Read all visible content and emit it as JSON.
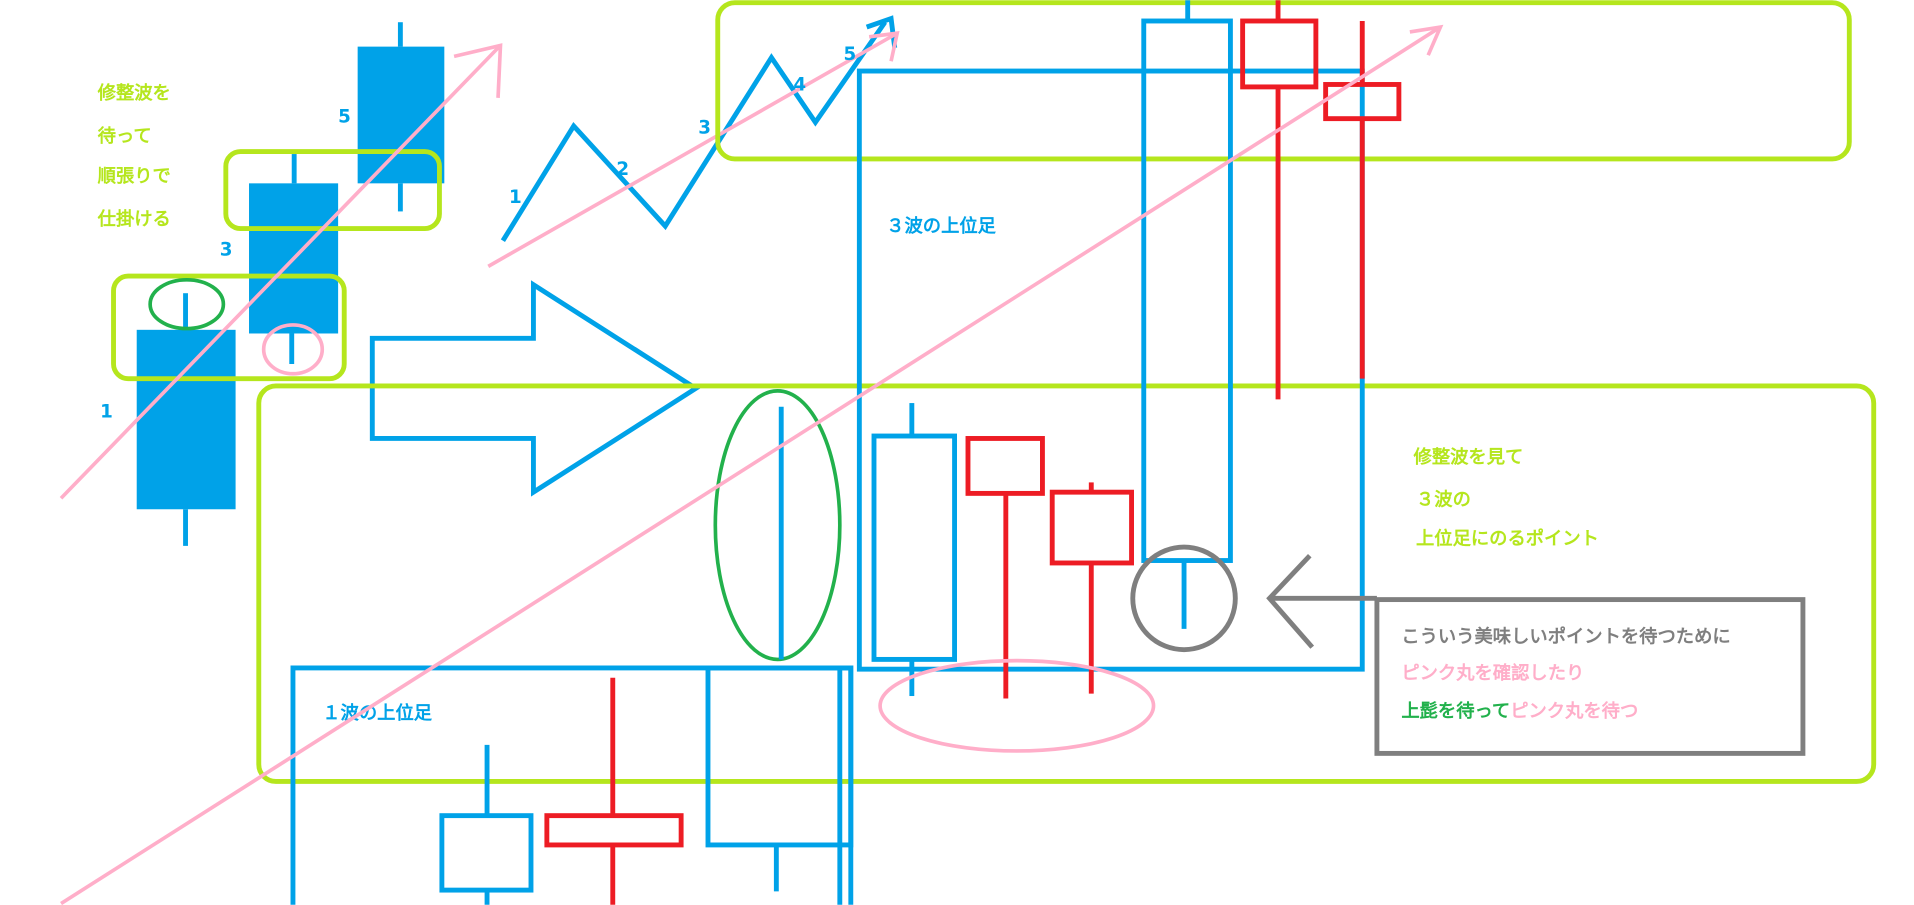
{
  "left_note": [
    "修整波を",
    "待って",
    "順張りで",
    "仕掛ける"
  ],
  "left_wave_labels": {
    "w1": "1",
    "w3": "3",
    "w5": "5"
  },
  "zigzag_labels": {
    "w1": "1",
    "w2": "2",
    "w3": "3",
    "w4": "4",
    "w5": "5"
  },
  "wave3_higher_tf_label": "３波の上位足",
  "wave1_higher_tf_label": "１波の上位足",
  "right_note": [
    "修整波を見て",
    "３波の",
    "上位足にのるポイント"
  ],
  "callout": {
    "line1": "こういう美味しいポイントを待つために",
    "line2": "ピンク丸を確認したり",
    "line3_green": "上髭を待って",
    "line3_pink": "ピンク丸を待つ"
  },
  "colors": {
    "blue": "#00a2e8",
    "lime": "#b5e61d",
    "green": "#22b14c",
    "pink": "#ffaec9",
    "red": "#ed1c24",
    "grey": "#7f7f7f"
  }
}
